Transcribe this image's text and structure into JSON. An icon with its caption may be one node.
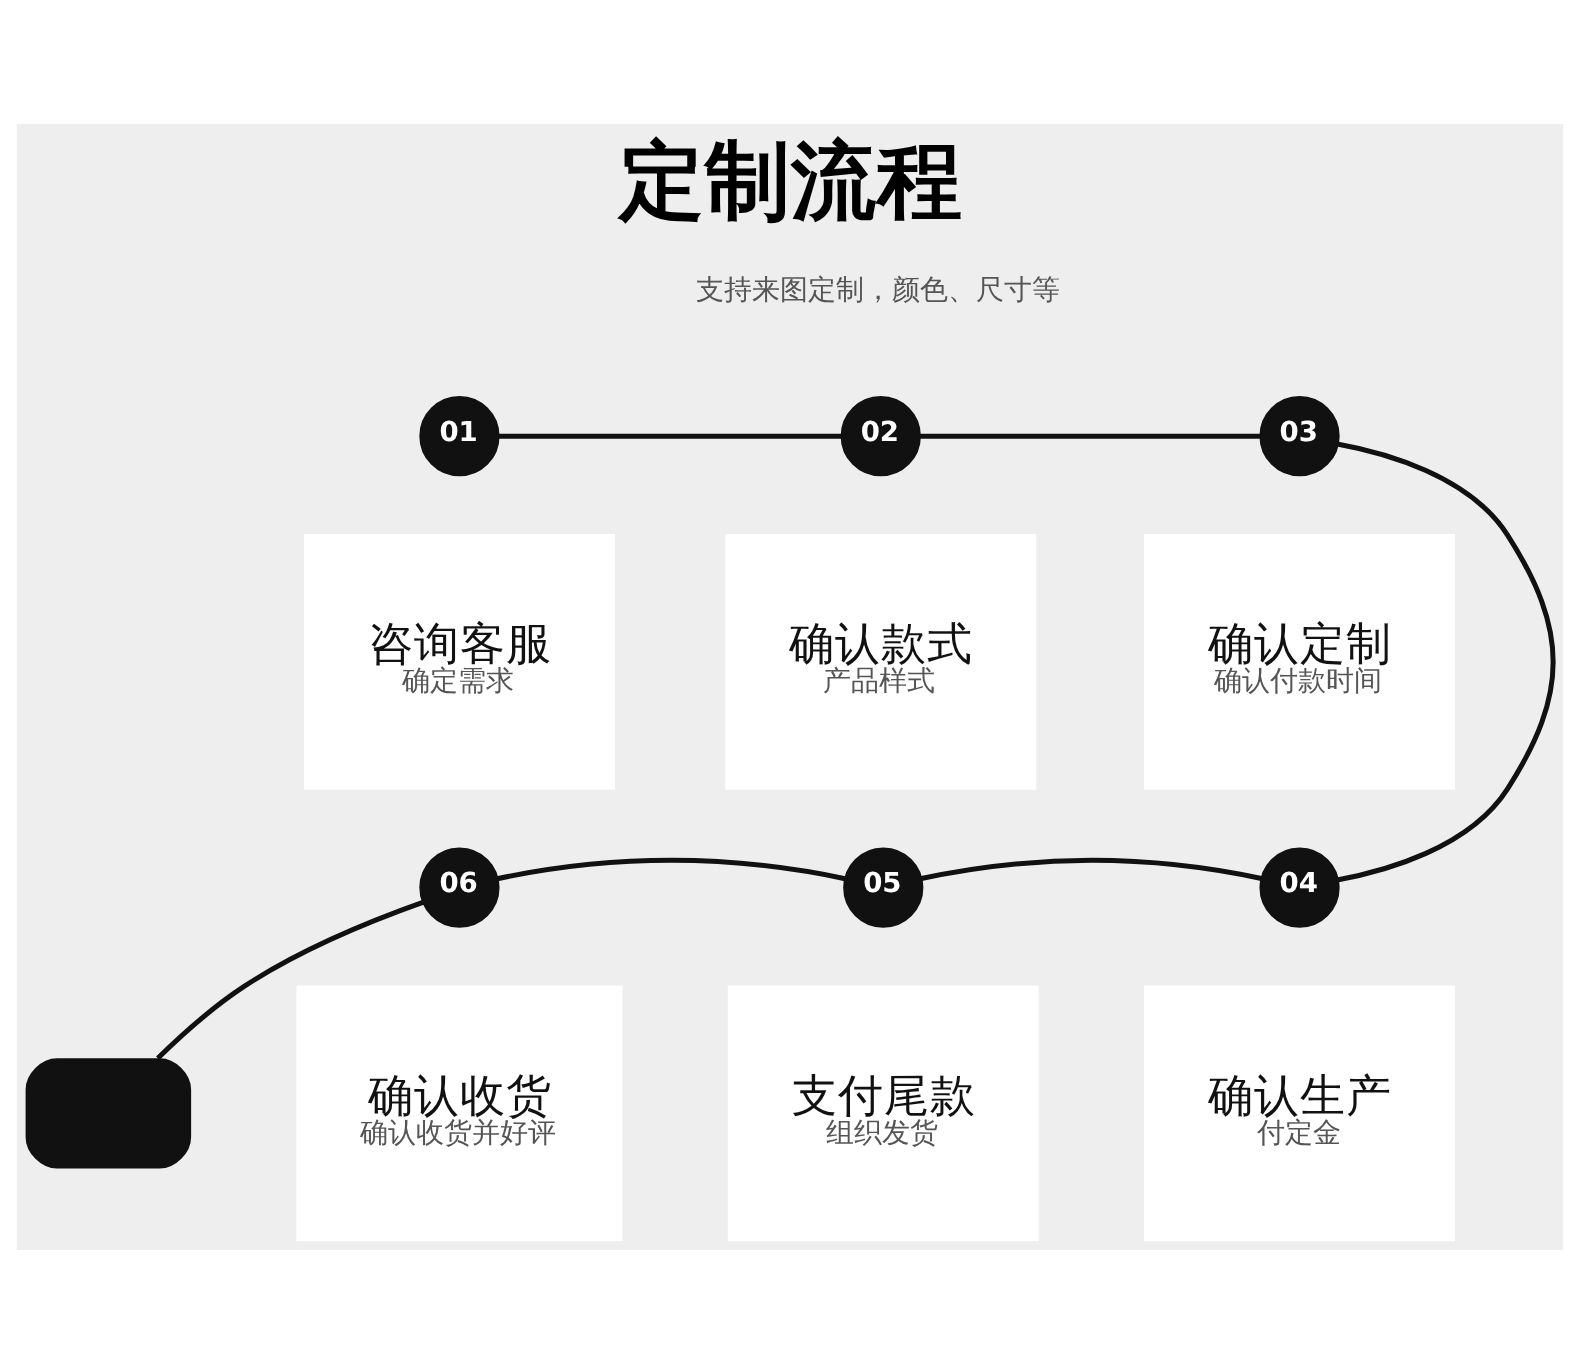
{
  "diagram": {
    "title": "定制流程",
    "nodes": [
      {
        "text": [
          "01"
        ]
      },
      {
        "text": [
          "咨询客服",
          "确定需求"
        ]
      },
      {
        "text": [
          "02"
        ]
      },
      {
        "text": [
          "确认款式",
          "产品样式"
        ]
      },
      {
        "text": [
          "03"
        ]
      },
      {
        "text": [
          "确认定制",
          "确认付款时间"
        ]
      },
      {
        "text": [
          "04"
        ]
      },
      {
        "text": [
          "确认生产",
          "付定金"
        ]
      },
      {
        "text": [
          "05"
        ]
      },
      {
        "text": [
          "支付尾款",
          "组织发货"
        ]
      },
      {
        "text": [
          "06"
        ]
      },
      {
        "text": [
          "确认收货",
          "确认收货并好评"
        ]
      },
      {
        "text": [],
        "shape": "box"
      }
    ],
    "edges": [
      {
        "from": 0,
        "to": 2,
        "arrow": "none"
      },
      {
        "from": 2,
        "to": 4,
        "arrow": "none"
      },
      {
        "from": 4,
        "to": 6,
        "arrow": "none"
      },
      {
        "from": 6,
        "to": 8,
        "arrow": "none"
      },
      {
        "from": 8,
        "to": 10,
        "arrow": "none"
      },
      {
        "from": 10,
        "to": 12,
        "arrow": "none"
      }
    ],
    "labels": [
      "支持来图定制，颜色、尺寸等"
    ]
  }
}
